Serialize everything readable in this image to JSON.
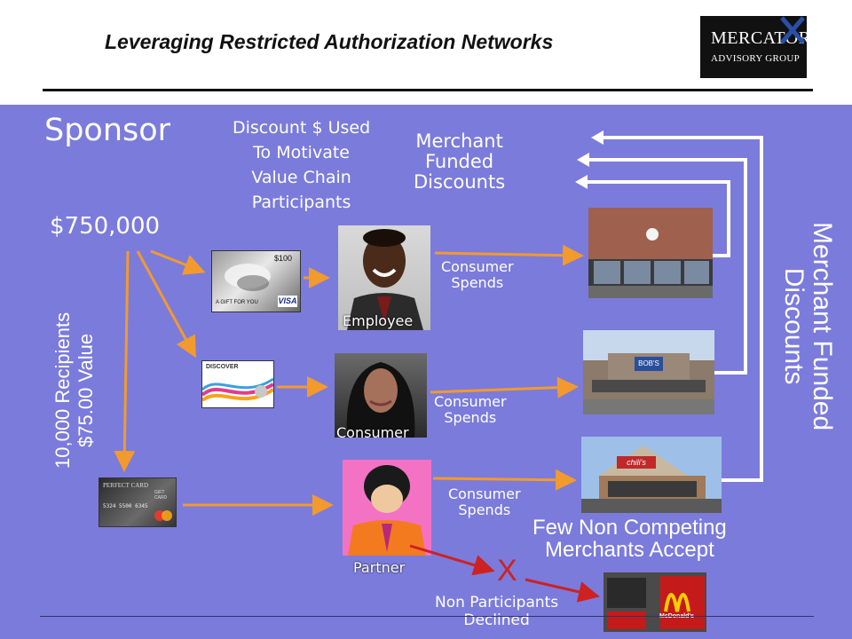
{
  "header": {
    "title": "Leveraging Restricted Authorization Networks",
    "logo": {
      "line1": "MERCATOR",
      "line2": "ADVISORY GROUP"
    }
  },
  "diagram": {
    "sponsor": "Sponsor",
    "amount": "$750,000",
    "discount_note": [
      "Discount $ Used",
      "To Motivate",
      "Value Chain",
      "Participants"
    ],
    "merchant_funded_top": [
      "Merchant",
      "Funded",
      "Discounts"
    ],
    "merchant_funded_side": [
      "Merchant Funded",
      "Discounts"
    ],
    "recipients": [
      "10,000 Recipients",
      "$75.00 Value"
    ],
    "participants": [
      "Employee",
      "Consumer",
      "Partner"
    ],
    "consumer_spends": [
      "Consumer",
      "Spends"
    ],
    "few_non_competing": [
      "Few Non Competing",
      "Merchants Accept"
    ],
    "non_participants": [
      "Non Participants",
      "Declined"
    ],
    "declined_mark": "X",
    "card_texts": {
      "visa_amount": "$100",
      "visa_gift": "A GIFT FOR YOU",
      "visa_brand": "VISA",
      "discover": "DISCOVER",
      "perfect": "PERFECT CARD",
      "perfect_gift": "GIFT CARD",
      "perfect_number": "5324 5500 6345"
    },
    "store_signs": {
      "bobs": "BOB'S",
      "chilis": "chili's",
      "mcdonalds": "McDonald's"
    },
    "colors": {
      "background": "#7b7bdc",
      "arrow_orange": "#f29a2e",
      "decline_red": "#cc2222",
      "text": "#ffffff"
    }
  }
}
